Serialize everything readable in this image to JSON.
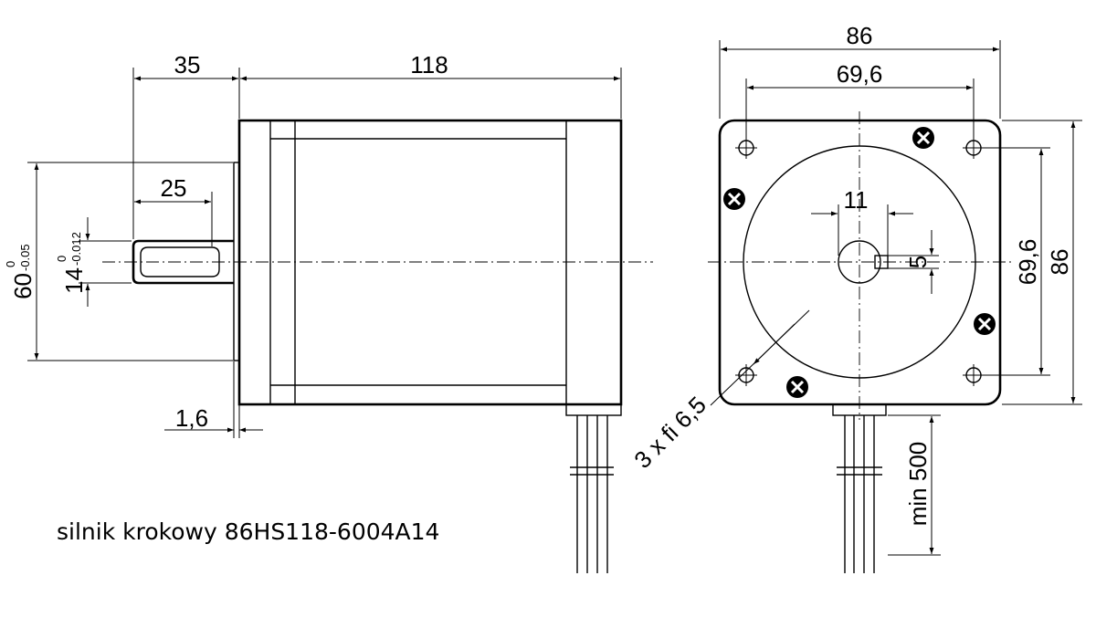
{
  "diagram": {
    "side_view": {
      "dim_shaft_length": "35",
      "dim_body_length": "118",
      "dim_shaft_key_length": "25",
      "dim_flange_thickness": "1,6",
      "dim_pilot_diameter_main": "60",
      "dim_pilot_diameter_tol_upper": "0",
      "dim_pilot_diameter_tol_lower": "-0.05",
      "dim_shaft_diameter_main": "14",
      "dim_shaft_diameter_tol_upper": "0",
      "dim_shaft_diameter_tol_lower": "-0.012"
    },
    "front_view": {
      "dim_flange_width": "86",
      "dim_hole_spacing_horizontal": "69,6",
      "dim_hole_spacing_vertical": "69,6",
      "dim_flange_height": "86",
      "dim_key_width": "11",
      "dim_key_depth": "5",
      "dim_mounting_holes": "3 x fi 6,5",
      "dim_lead_length": "min 500"
    },
    "caption": "silnik krokowy 86HS118-6004A14"
  }
}
